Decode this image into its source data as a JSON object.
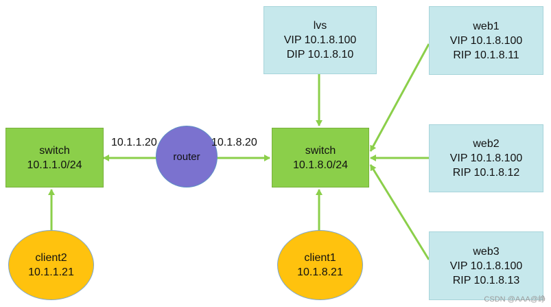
{
  "colors": {
    "switch": "#8bcf4a",
    "server": "#c6e8ec",
    "client": "#ffc20e",
    "router": "#7b72cf",
    "arrow": "#8bcf4a"
  },
  "switch_left": {
    "line1": "switch",
    "line2": "10.1.1.0/24"
  },
  "switch_right": {
    "line1": "switch",
    "line2": "10.1.8.0/24"
  },
  "router": {
    "label": "router",
    "ip_left": "10.1.1.20",
    "ip_right": "10.1.8.20"
  },
  "lvs": {
    "line1": "lvs",
    "line2": "VIP 10.1.8.100",
    "line3": "DIP 10.1.8.10"
  },
  "web1": {
    "line1": "web1",
    "line2": "VIP 10.1.8.100",
    "line3": "RIP 10.1.8.11"
  },
  "web2": {
    "line1": "web2",
    "line2": "VIP 10.1.8.100",
    "line3": "RIP 10.1.8.12"
  },
  "web3": {
    "line1": "web3",
    "line2": "VIP 10.1.8.100",
    "line3": "RIP 10.1.8.13"
  },
  "client1": {
    "line1": "client1",
    "line2": "10.1.8.21"
  },
  "client2": {
    "line1": "client2",
    "line2": "10.1.1.21"
  },
  "watermark": "CSDN @AAA@峥"
}
